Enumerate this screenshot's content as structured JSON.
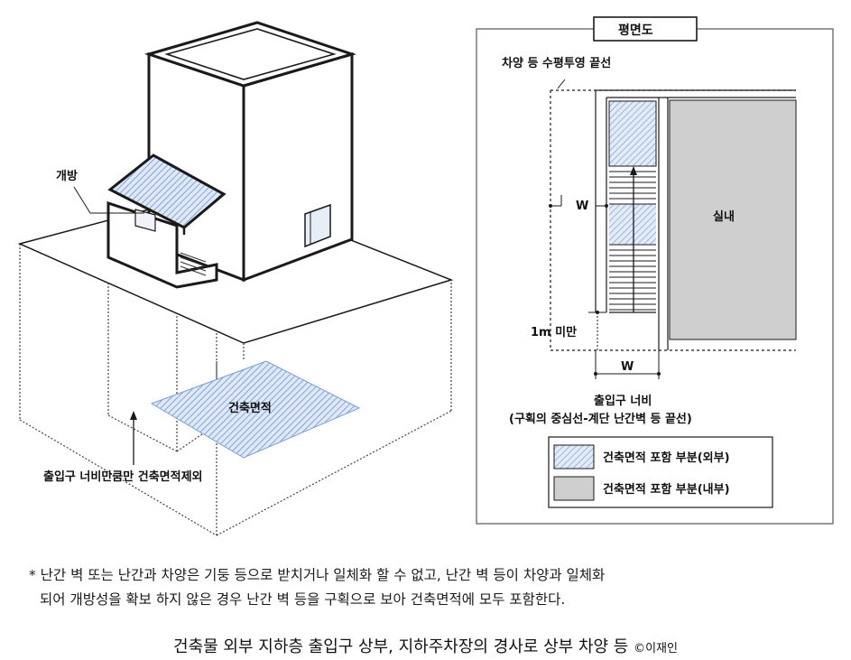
{
  "iso": {
    "open_label": "개방",
    "area_label": "건축면적",
    "exclude_label": "출입구 너비만큼만 건축면적제외"
  },
  "plan": {
    "title": "평면도",
    "eave_label": "차양 등  수평투영 끝선",
    "w_left": "W",
    "indoor_label": "실내",
    "under_1m_label": "1m  미만",
    "w_bottom": "W",
    "entrance_label": "출입구 너비",
    "entrance_sub": "(구획의 중심선-계단 난간벽 등 끝선)",
    "legend": [
      {
        "label": "건축면적  포함  부분(외부)",
        "swatch": "hatched"
      },
      {
        "label": "건축면적  포함  부분(내부)",
        "swatch": "gray"
      }
    ]
  },
  "footnote": {
    "line1": "* 난간 벽 또는 난간과 차양은 기둥 등으로 받치거나 일체화 할 수 없고, 난간 벽 등이 차양과 일체화",
    "line2": "되어 개방성을 확보 하지 않은 경우 난간 벽 등을 구획으로 보아 건축면적에 모두 포함한다."
  },
  "caption": {
    "text": "건축물 외부 지하층 출입구 상부, 지하주차장의 경사로 상부 차양 등 ",
    "credit": "©이재인"
  },
  "colors": {
    "hatch": "#8eaee0",
    "blue_area": "#8eaee0",
    "indoor_gray": "#cfcfcf",
    "line": "#1a1a1a"
  }
}
